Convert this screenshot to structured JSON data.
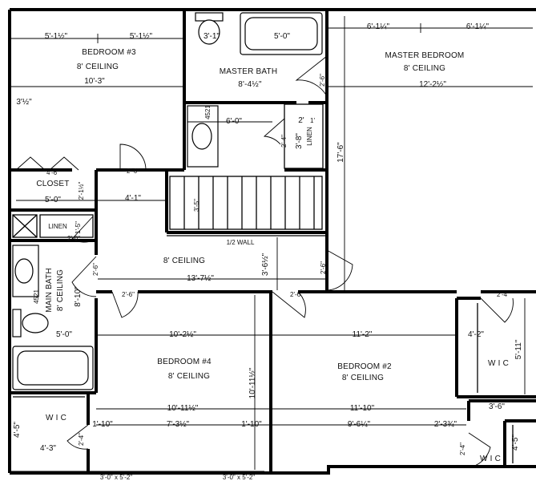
{
  "rooms": {
    "bedroom3": {
      "name": "BEDROOM #3",
      "ceiling": "8' CEILING"
    },
    "master_bath": {
      "name": "MASTER BATH",
      "width": "8'-4½\""
    },
    "master_bedroom": {
      "name": "MASTER BEDROOM",
      "ceiling": "8' CEILING"
    },
    "closet": {
      "name": "CLOSET"
    },
    "linen_upper": {
      "name": "LINEN"
    },
    "linen_left": {
      "name": "LINEN"
    },
    "main_bath": {
      "name": "MAIN BATH",
      "ceiling": "8' CEILING"
    },
    "hall": {
      "ceiling": "8' CEILING",
      "half_wall": "1/2 WALL"
    },
    "bedroom4": {
      "name": "BEDROOM #4",
      "ceiling": "8' CEILING"
    },
    "bedroom2": {
      "name": "BEDROOM #2",
      "ceiling": "8' CEILING"
    },
    "wic_right": {
      "name": "W I C"
    },
    "wic_left": {
      "name": "W I C"
    },
    "wic_bottom_right": {
      "name": "W I C"
    }
  },
  "dimensions": {
    "b3_top_left": "5'-1½\"",
    "b3_top_right": "5'-1½\"",
    "b3_width": "10'-3\"",
    "b3_side": "3'½\"",
    "toilet_mb": "3'-1\"",
    "tub_mb": "5'-0\"",
    "mb_top_left": "6'-1¼\"",
    "mb_top_right": "6'-1¼\"",
    "mb_width": "12'-2½\"",
    "mb_depth": "17'-6\"",
    "mb_door": "2'-6\"",
    "vanity_mb": "6'-0\"",
    "vanity_mb_code": "4521",
    "mb_bath_small": "2'-4\"",
    "mb_linen_depth": "3'-8\"",
    "mb_linen_width": "2'",
    "mb_linen_door": "1'",
    "closet_width": "4'-6\"",
    "closet_depth": "5'-0\"",
    "closet_side": "2'-1½\"",
    "closet_door": "2'-6\"",
    "stair_landing": "4'-1\"",
    "stair_depth": "3'-5\"",
    "linen_door": "2'-0\"",
    "linen_depth": "1'-5\"",
    "hall_width": "13'-7½\"",
    "hall_depth": "3'-6½\"",
    "hall_door_left": "2'-6\"",
    "hall_door_right": "2'-6\"",
    "hall_door_mid": "2'-6\"",
    "hall_door_b4": "2'-6\"",
    "main_bath_vanity": "4521",
    "main_bath_depth": "8'-10\"",
    "main_bath_tub": "5'-0\"",
    "b4_width_top": "10'-2½\"",
    "b4_width_bot": "10'-11½\"",
    "b4_depth": "10'-11½\"",
    "b4_seg1": "1'-10\"",
    "b4_seg2": "7'-3½\"",
    "b4_seg3": "1'-10\"",
    "b4_door": "2'-4\"",
    "b2_width_top": "11'-2\"",
    "b2_width_bot": "11'-10\"",
    "b2_seg1": "9'-6¼\"",
    "b2_seg2": "2'-3¾\"",
    "wic_r_width": "4'-2\"",
    "wic_r_depth": "5'-11\"",
    "wic_r_door": "2'-4\"",
    "wic_l_side": "4'-5\"",
    "wic_l_width": "4'-3\"",
    "wic_br_width": "3'-6\"",
    "wic_br_side": "4'-5\"",
    "wic_br_door": "2'-4\"",
    "window_left": "3'-0\" x 5'-2\"",
    "window_right": "3'-0\" x 5'-2\""
  }
}
